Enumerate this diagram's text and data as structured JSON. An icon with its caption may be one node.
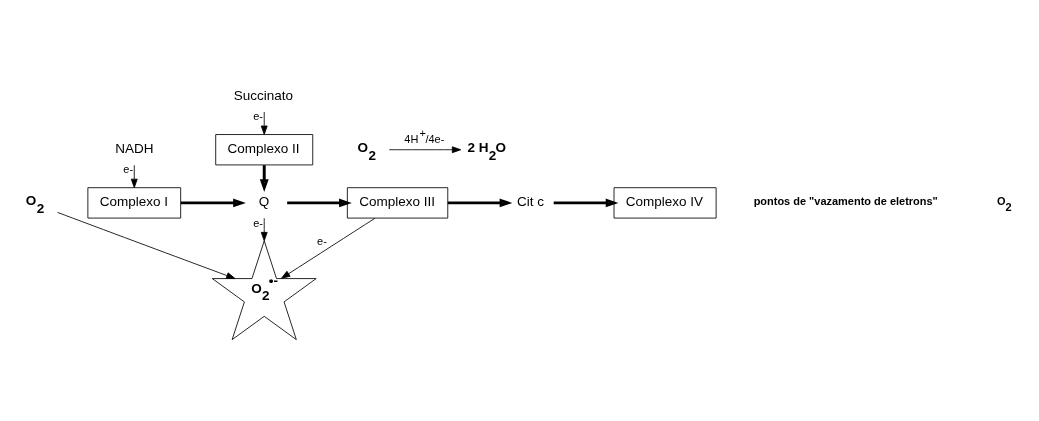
{
  "diagram": {
    "nodes": [
      {
        "text": [
          "Succinato"
        ]
      },
      {
        "text": [
          "NADH"
        ]
      },
      {
        "text": [
          "Complexo II"
        ]
      },
      {
        "text": [
          "Complexo I"
        ]
      },
      {
        "text": [
          "Q"
        ]
      },
      {
        "text": [
          "Complexo III"
        ]
      },
      {
        "text": [
          "Cit c"
        ]
      },
      {
        "text": [
          "Complexo IV"
        ]
      },
      {
        "text": [
          "O$_{2}$"
        ]
      },
      {
        "text": [
          "2 H$_{2}$O"
        ]
      },
      {
        "text": [
          "O$_{2}$"
        ]
      },
      {
        "text": [
          "O$_{2}$$^{•-}$"
        ]
      }
    ],
    "edges": [
      {
        "from": 0,
        "to": 2,
        "arrow": "to",
        "label": "e-"
      },
      {
        "from": 1,
        "to": 3,
        "arrow": "to",
        "label": "e-"
      },
      {
        "from": 2,
        "to": 4,
        "arrow": "to",
        "style": "thick"
      },
      {
        "from": 3,
        "to": 4,
        "arrow": "to",
        "style": "thick"
      },
      {
        "from": 4,
        "to": 5,
        "arrow": "to",
        "style": "thick"
      },
      {
        "from": 5,
        "to": 6,
        "arrow": "to",
        "style": "thick"
      },
      {
        "from": 6,
        "to": 7,
        "arrow": "to",
        "style": "thick"
      },
      {
        "from": 8,
        "to": 9,
        "arrow": "to",
        "label": "4H$^{+}$/4e-"
      },
      {
        "from": 4,
        "to": 11,
        "arrow": "to",
        "label": "e-"
      },
      {
        "from": 5,
        "to": 11,
        "arrow": "to",
        "label": "e-"
      },
      {
        "from": 10,
        "to": 11,
        "arrow": "to"
      }
    ],
    "labels": [
      "pontos de \"vazamento de eletrons\"",
      "O$_{2}$"
    ]
  }
}
